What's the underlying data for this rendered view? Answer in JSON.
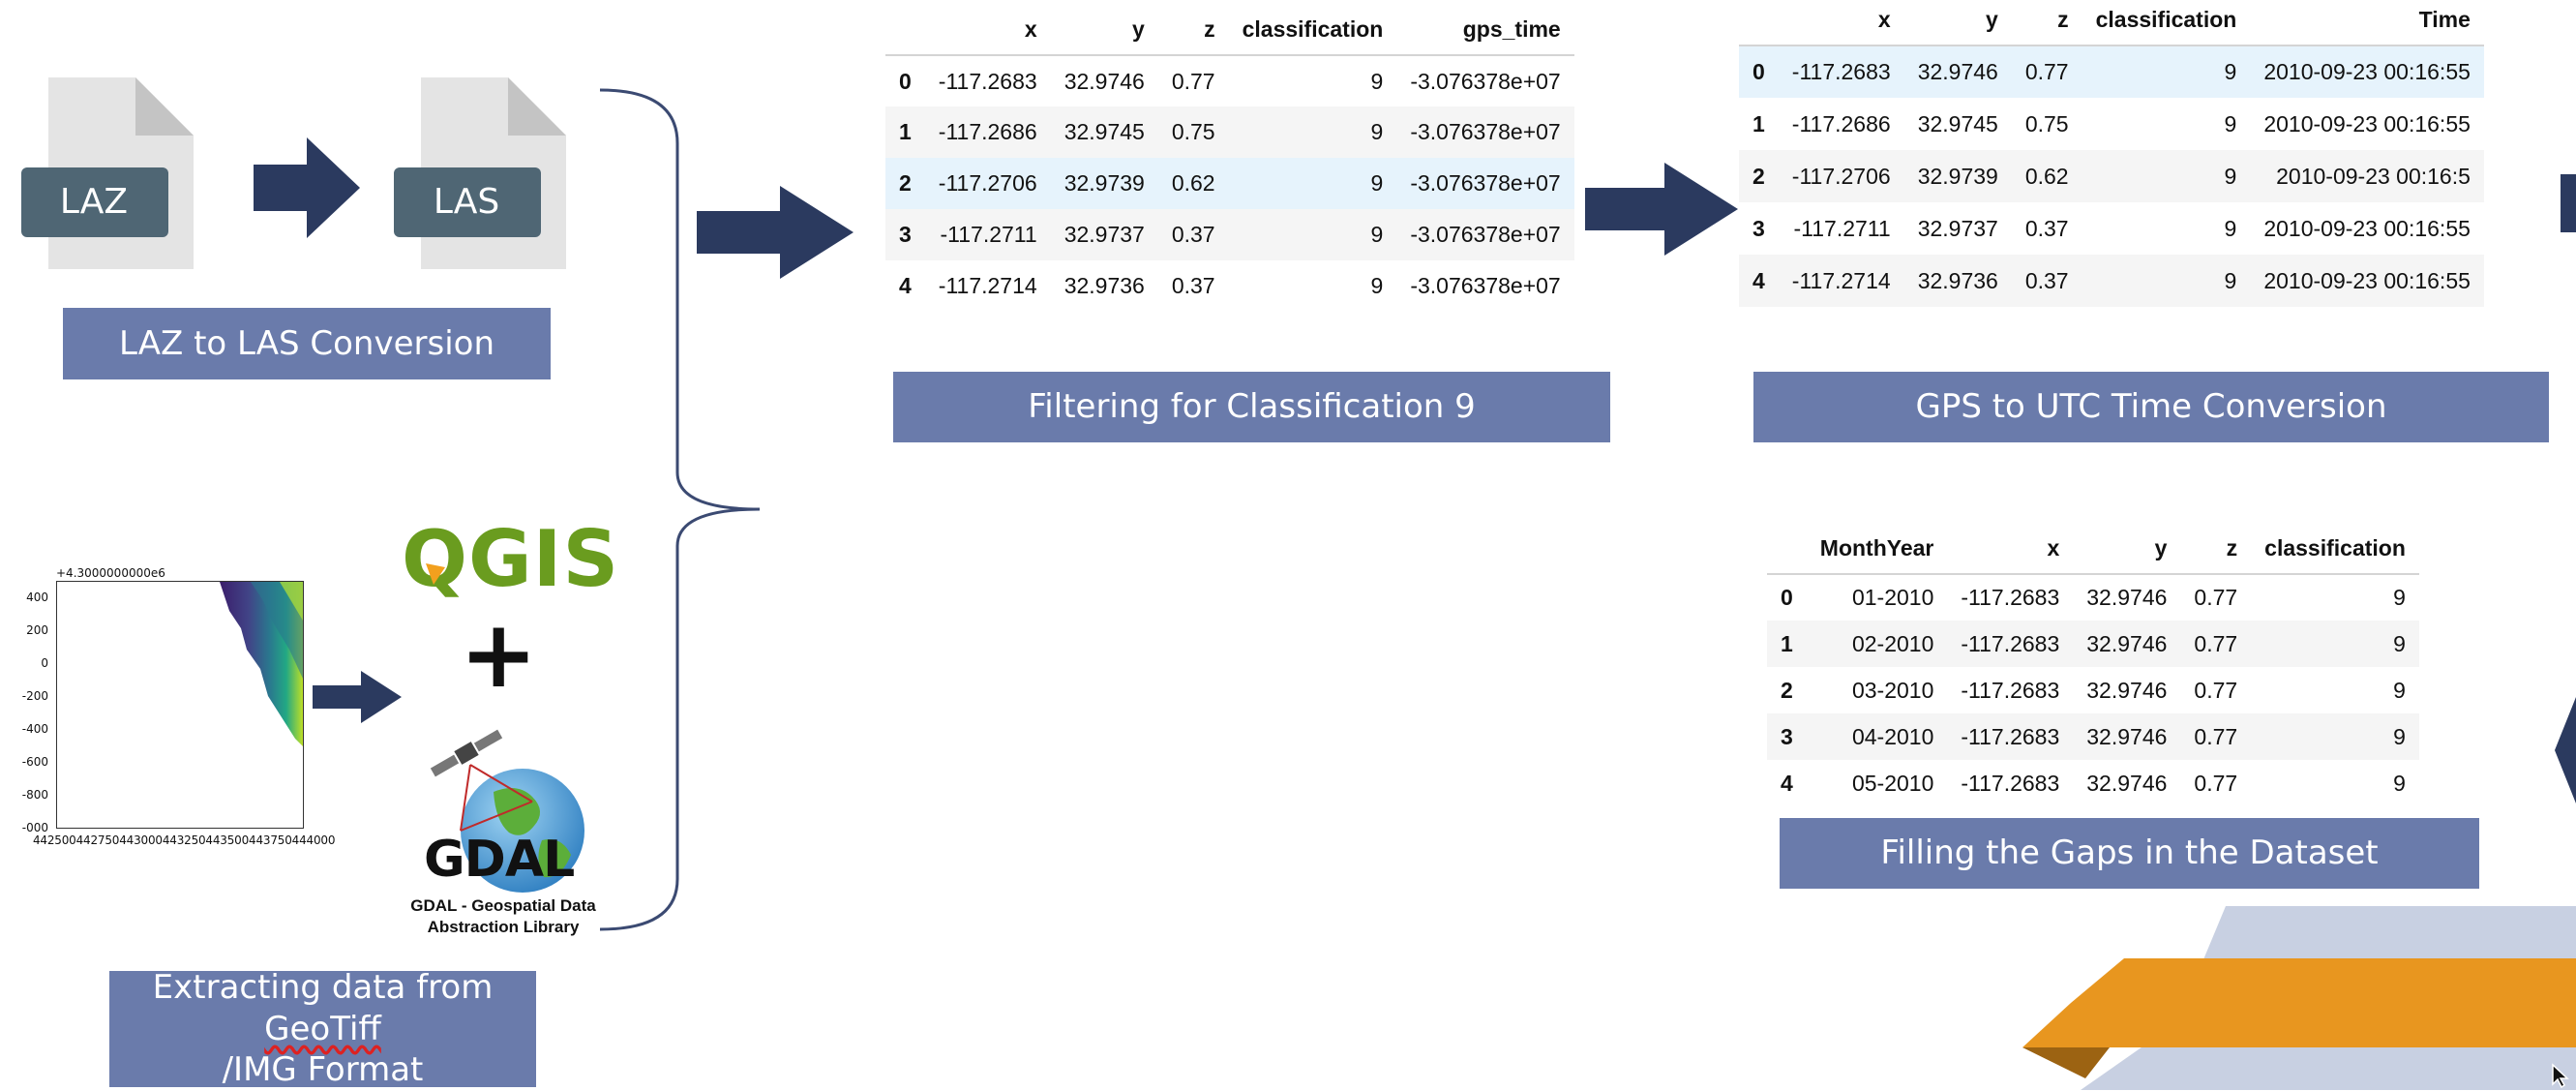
{
  "laz_label": "LAZ",
  "las_label": "LAS",
  "banners": {
    "laz_to_las": "LAZ to LAS Conversion",
    "extract_line1": "Extracting data from",
    "extract_word_geotiff": "GeoTiff",
    "extract_rest": "/IMG Format",
    "filtering": "Filtering for Classification 9",
    "gps_utc": "GPS to UTC Time Conversion",
    "gaps": "Filling the Gaps in the Dataset"
  },
  "plot": {
    "offset_label": "+4.3000000000e6",
    "yticks": [
      "400",
      "200",
      "0",
      "-200",
      "-400",
      "-600",
      "-800",
      "-000"
    ],
    "xtick_text": "442500442750443000443250443500443750444000"
  },
  "qgis_label": "QGIS",
  "plus_sign": "+",
  "gdal_label": "GDAL",
  "gdal_caption_line1": "GDAL - Geospatial Data",
  "gdal_caption_line2": "Abstraction Library",
  "table_filter": {
    "columns": [
      "",
      "x",
      "y",
      "z",
      "classification",
      "gps_time"
    ],
    "rows": [
      [
        "0",
        "-117.2683",
        "32.9746",
        "0.77",
        "9",
        "-3.076378e+07"
      ],
      [
        "1",
        "-117.2686",
        "32.9745",
        "0.75",
        "9",
        "-3.076378e+07"
      ],
      [
        "2",
        "-117.2706",
        "32.9739",
        "0.62",
        "9",
        "-3.076378e+07"
      ],
      [
        "3",
        "-117.2711",
        "32.9737",
        "0.37",
        "9",
        "-3.076378e+07"
      ],
      [
        "4",
        "-117.2714",
        "32.9736",
        "0.37",
        "9",
        "-3.076378e+07"
      ]
    ]
  },
  "table_utc": {
    "columns": [
      "",
      "x",
      "y",
      "z",
      "classification",
      "Time"
    ],
    "rows": [
      [
        "0",
        "-117.2683",
        "32.9746",
        "0.77",
        "9",
        "2010-09-23 00:16:55"
      ],
      [
        "1",
        "-117.2686",
        "32.9745",
        "0.75",
        "9",
        "2010-09-23 00:16:55"
      ],
      [
        "2",
        "-117.2706",
        "32.9739",
        "0.62",
        "9",
        "2010-09-23 00:16:5"
      ],
      [
        "3",
        "-117.2711",
        "32.9737",
        "0.37",
        "9",
        "2010-09-23 00:16:55"
      ],
      [
        "4",
        "-117.2714",
        "32.9736",
        "0.37",
        "9",
        "2010-09-23 00:16:55"
      ]
    ]
  },
  "table_gaps": {
    "columns": [
      "",
      "MonthYear",
      "x",
      "y",
      "z",
      "classification"
    ],
    "rows": [
      [
        "0",
        "01-2010",
        "-117.2683",
        "32.9746",
        "0.77",
        "9"
      ],
      [
        "1",
        "02-2010",
        "-117.2683",
        "32.9746",
        "0.77",
        "9"
      ],
      [
        "2",
        "03-2010",
        "-117.2683",
        "32.9746",
        "0.77",
        "9"
      ],
      [
        "3",
        "04-2010",
        "-117.2683",
        "32.9746",
        "0.77",
        "9"
      ],
      [
        "4",
        "05-2010",
        "-117.2683",
        "32.9746",
        "0.77",
        "9"
      ]
    ]
  },
  "colors": {
    "banner": "#6a7bab",
    "arrow": "#2b3a5f",
    "orange": "#e8961f",
    "light_band": "#c8d0e2",
    "qgis_green": "#6a9c1f",
    "globe_blue": "#4a9fd8"
  }
}
